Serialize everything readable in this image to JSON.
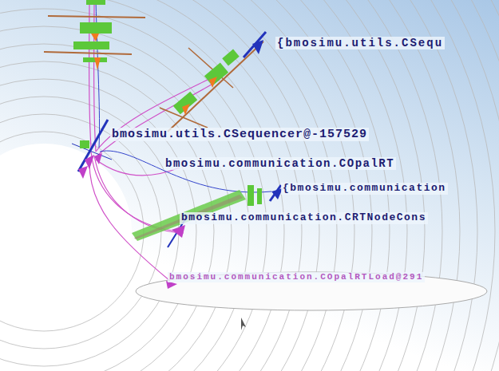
{
  "diagram": {
    "labels": [
      "{bmosimu.utils.CSequ",
      "bmosimu.utils.CSequencer@-157529",
      "bmosimu.communication.COpalRT",
      "{bmosimu.communication",
      "bmosimu.communication.CRTNodeCons",
      "bmosimu.communication.COpalRTLoad@291"
    ]
  }
}
